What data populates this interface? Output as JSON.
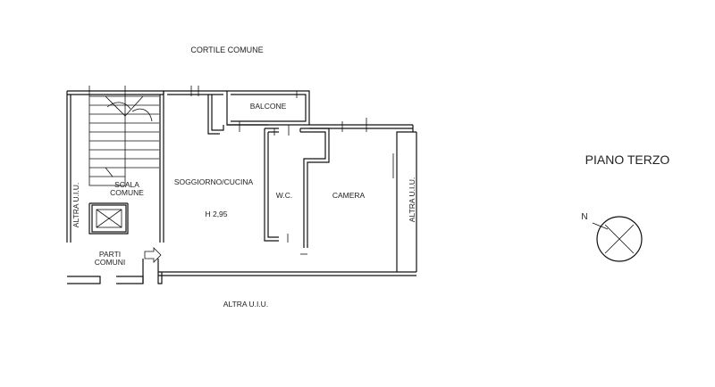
{
  "labels": {
    "top_courtyard": "CORTILE COMUNE",
    "balcony": "BALCONE",
    "living_kitchen": "SOGGIORNO/CUCINA",
    "height": "H 2,95",
    "wc": "W.C.",
    "bedroom": "CAMERA",
    "stair_line1": "SCALA",
    "stair_line2": "COMUNE",
    "common_line1": "PARTI",
    "common_line2": "COMUNI",
    "left_other_unit": "ALTRA U.I.U.",
    "right_other_unit": "ALTRA U.I.U.",
    "bottom_other_unit": "ALTRA U.I.U.",
    "floor_title": "PIANO TERZO",
    "north": "N"
  },
  "icons": {
    "north_arrow": "north-compass-icon",
    "entry_arrow": "entry-arrow-icon"
  }
}
